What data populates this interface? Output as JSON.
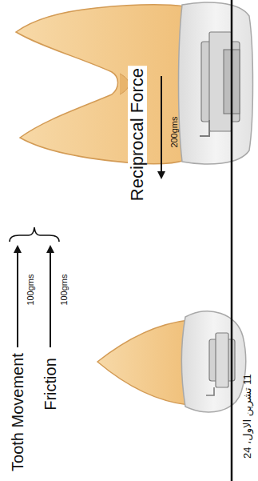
{
  "diagram": {
    "labels": [
      "Reciprocal Force",
      "200gms",
      "Tooth Movement",
      "100gms",
      "Friction",
      "100gms",
      "11 تشرين الاول، 24"
    ]
  }
}
